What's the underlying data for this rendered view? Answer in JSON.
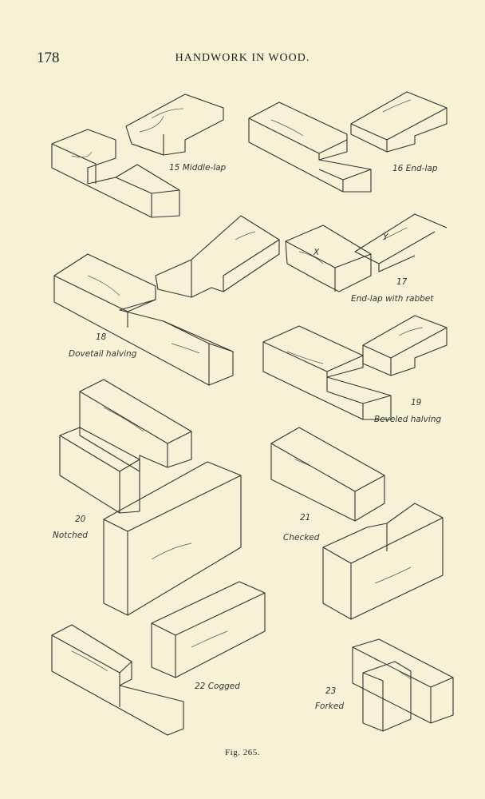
{
  "header": {
    "page_number": "178",
    "running_head": "HANDWORK IN WOOD."
  },
  "figures": [
    {
      "number": "15",
      "name": "Middle-lap"
    },
    {
      "number": "16",
      "name": "End-lap"
    },
    {
      "number": "17",
      "name": "End-lap with rabbet"
    },
    {
      "number": "18",
      "name": "Dovetail halving"
    },
    {
      "number": "19",
      "name": "Beveled halving"
    },
    {
      "number": "20",
      "name": "Notched"
    },
    {
      "number": "21",
      "name": "Checked"
    },
    {
      "number": "22",
      "name": "Cogged"
    },
    {
      "number": "23",
      "name": "Forked"
    }
  ],
  "fig17_marks": {
    "x": "X",
    "y": "Y"
  },
  "caption": "Fig. 265."
}
